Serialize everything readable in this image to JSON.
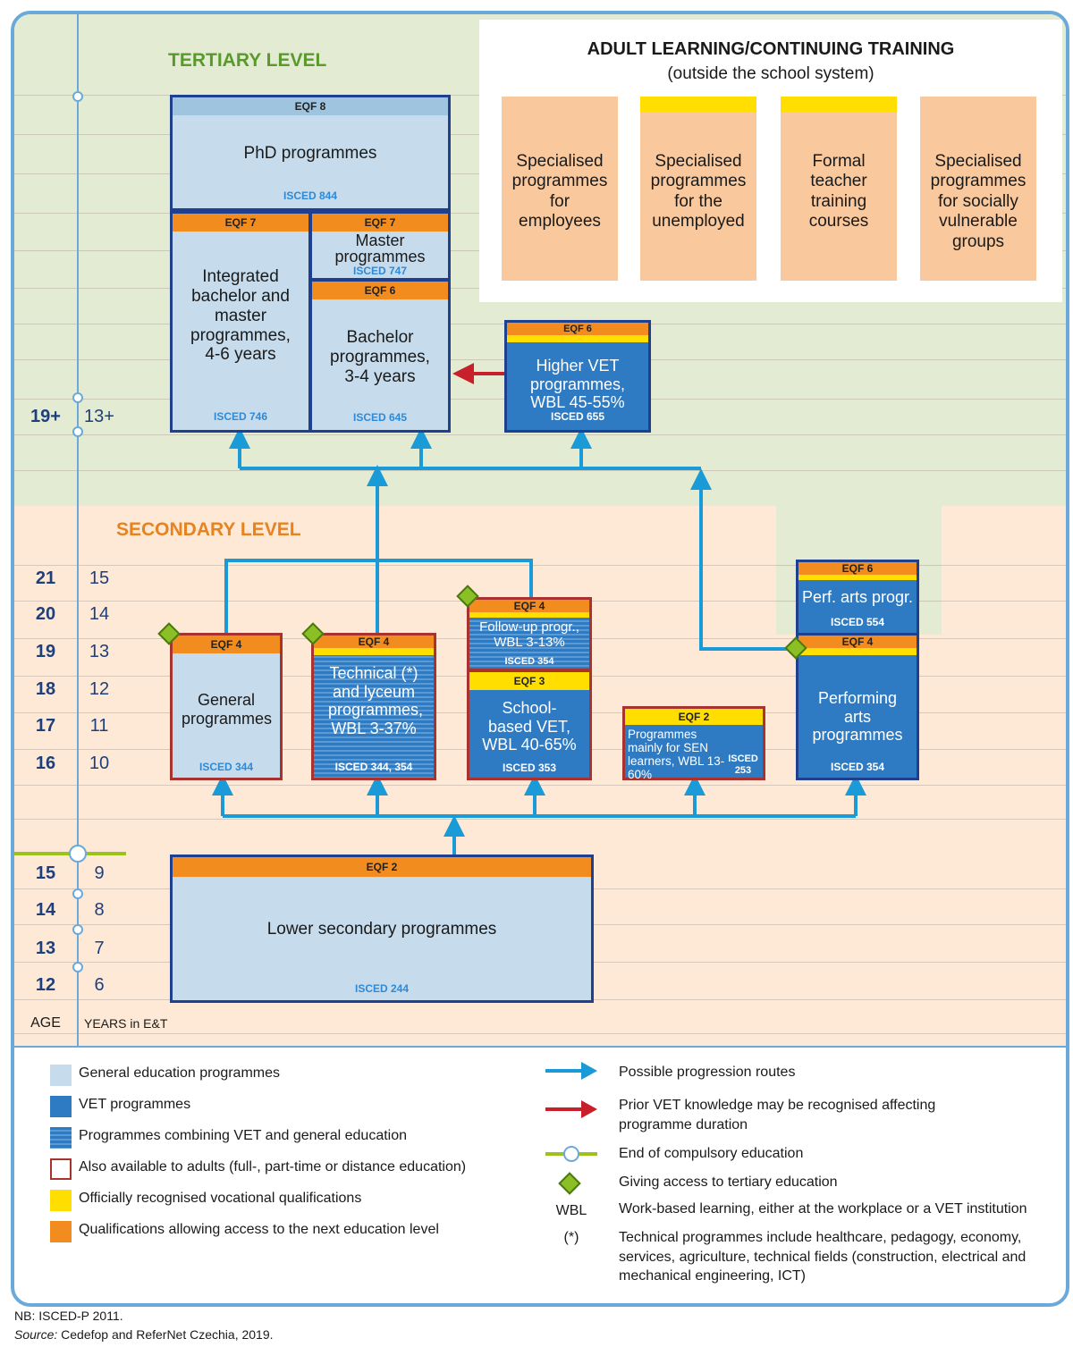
{
  "levels": {
    "tertiary": "TERTIARY LEVEL",
    "secondary": "SECONDARY LEVEL"
  },
  "adult": {
    "title": "ADULT LEARNING/CONTINUING TRAINING",
    "subtitle": "(outside the school system)",
    "boxes": [
      "Specialised programmes for employees",
      "Specialised programmes for the unemployed",
      "Formal teacher training courses",
      "Specialised programmes for socially vulnerable groups"
    ]
  },
  "axis": {
    "ages": [
      "19+",
      "21",
      "20",
      "19",
      "18",
      "17",
      "16",
      "15",
      "14",
      "13",
      "12"
    ],
    "years": [
      "13+",
      "15",
      "14",
      "13",
      "12",
      "11",
      "10",
      "9",
      "8",
      "7",
      "6"
    ],
    "age_label": "AGE",
    "years_label": "YEARS in E&T"
  },
  "programmes": {
    "phd": {
      "eqf": "EQF 8",
      "name": "PhD programmes",
      "isced": "ISCED 844"
    },
    "integrated": {
      "eqf": "EQF 7",
      "name": "Integrated bachelor and master programmes, 4-6 years",
      "isced": "ISCED 746"
    },
    "master": {
      "eqf": "EQF 7",
      "name": "Master programmes",
      "isced": "ISCED 747"
    },
    "bachelor": {
      "eqf": "EQF 6",
      "name": "Bachelor programmes, 3-4 years",
      "isced": "ISCED 645"
    },
    "higher_vet": {
      "eqf": "EQF 6",
      "name": "Higher VET programmes, WBL 45-55%",
      "isced": "ISCED 655"
    },
    "general": {
      "eqf": "EQF 4",
      "name": "General programmes",
      "isced": "ISCED 344"
    },
    "technical": {
      "eqf": "EQF 4",
      "name": "Technical (*) and lyceum programmes, WBL 3-37%",
      "isced": "ISCED 344, 354"
    },
    "followup": {
      "eqf": "EQF 4",
      "name": "Follow-up progr., WBL 3-13%",
      "isced": "ISCED 354"
    },
    "school_vet": {
      "eqf": "EQF 3",
      "name": "School-based VET, WBL 40-65%",
      "isced": "ISCED 353"
    },
    "sen": {
      "eqf": "EQF 2",
      "name": "Programmes mainly for SEN learners, WBL 13-60%",
      "isced": "ISCED 253"
    },
    "perf_arts_progr": {
      "eqf": "EQF 6",
      "name": "Perf. arts progr.",
      "isced": "ISCED 554"
    },
    "perf_arts": {
      "eqf": "EQF 4",
      "name": "Performing arts programmes",
      "isced": "ISCED 354"
    },
    "lower_sec": {
      "eqf": "EQF 2",
      "name": "Lower secondary programmes",
      "isced": "ISCED 244"
    }
  },
  "legend": {
    "left": [
      "General education programmes",
      "VET programmes",
      "Programmes combining VET and general education",
      "Also available to adults (full-, part-time or distance education)",
      "Officially recognised vocational qualifications",
      "Qualifications allowing access to the next education level"
    ],
    "right": [
      "Possible progression routes",
      "Prior VET knowledge may be recognised affecting programme duration",
      "End of compulsory education",
      "Giving access to tertiary education",
      "Work-based learning, either at the workplace or a VET institution",
      "Technical programmes include healthcare, pedagogy, economy, services, agriculture, technical fields (construction, electrical and mechanical engineering, ICT)"
    ],
    "wbl": "WBL",
    "asterisk": "(*)"
  },
  "footer": {
    "nb": "NB: ISCED-P 2011.",
    "source_label": "Source:",
    "source_text": " Cedefop and ReferNet Czechia, 2019."
  },
  "colors": {
    "general": "#c6dcec",
    "vet": "#2e7bc4",
    "eqf_orange": "#f28c1e",
    "vocational_yellow": "#ffde00",
    "adult_border": "#a8322e",
    "route_arrow": "#1a9ad6",
    "recognition_arrow": "#c8202a",
    "compulsory_line": "#9bc31c",
    "diamond": "#8cbf26"
  }
}
